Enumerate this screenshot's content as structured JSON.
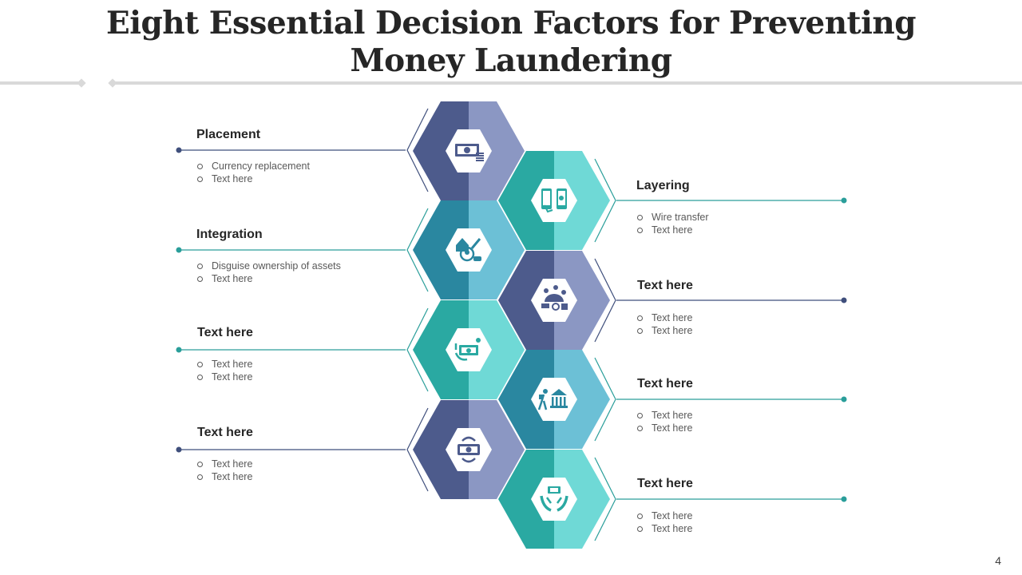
{
  "title": {
    "line1": "Eight Essential Decision Factors for Preventing",
    "line2": "Money Laundering"
  },
  "colors": {
    "navy": "#4d5b8c",
    "navy_light": "#8b97c3",
    "teal": "#2aa9a2",
    "teal_light": "#6fd9d6",
    "blue": "#2a87a0",
    "blue_light": "#6cc0d6",
    "line_navy": "#3f4f7c",
    "line_teal": "#2a9e9a"
  },
  "factors": [
    {
      "heading": "Placement",
      "bullets": [
        "Currency replacement",
        "Text here"
      ],
      "icon": "money-stack-icon",
      "side": "left"
    },
    {
      "heading": "Layering",
      "bullets": [
        "Wire transfer",
        "Text here"
      ],
      "icon": "phone-transfer-icon",
      "side": "right"
    },
    {
      "heading": "Integration",
      "bullets": [
        "Disguise ownership of assets",
        "Text here"
      ],
      "icon": "assets-person-icon",
      "side": "left"
    },
    {
      "heading": "Text here",
      "bullets": [
        "Text here",
        "Text here"
      ],
      "icon": "coin-pile-icon",
      "side": "right"
    },
    {
      "heading": "Text here",
      "bullets": [
        "Text here",
        "Text here"
      ],
      "icon": "money-hand-icon",
      "side": "left"
    },
    {
      "heading": "Text here",
      "bullets": [
        "Text here",
        "Text here"
      ],
      "icon": "bank-thief-icon",
      "side": "right"
    },
    {
      "heading": "Text here",
      "bullets": [
        "Text here",
        "Text here"
      ],
      "icon": "money-cycle-icon",
      "side": "left"
    },
    {
      "heading": "Text here",
      "bullets": [
        "Text here",
        "Text here"
      ],
      "icon": "hands-money-icon",
      "side": "right"
    }
  ],
  "page_number": "4"
}
